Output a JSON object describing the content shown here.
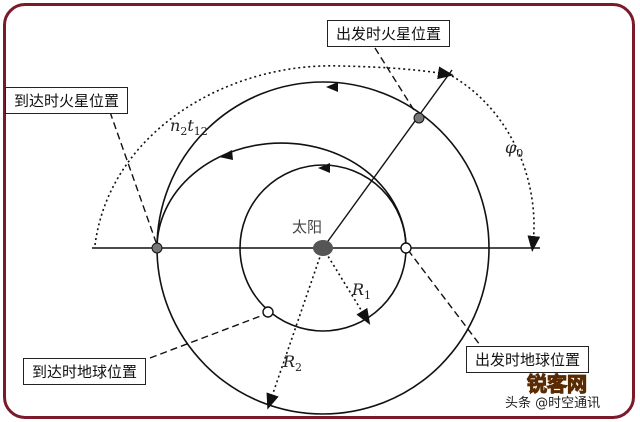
{
  "labels": {
    "mars_departure": "出发时火星位置",
    "mars_arrival": "到达时火星位置",
    "earth_arrival": "到达时地球位置",
    "earth_departure": "出发时地球位置",
    "sun": "太阳"
  },
  "symbols": {
    "n2t12": {
      "base": "n",
      "sub1": "2",
      "mid": "t",
      "sub2": "12"
    },
    "phi0": {
      "base": "φ",
      "sub": "0"
    },
    "R1": {
      "base": "R",
      "sub": "1"
    },
    "R2": {
      "base": "R",
      "sub": "2"
    }
  },
  "watermark": {
    "logo": "锐客网",
    "text": "头条 @时空通讯"
  },
  "colors": {
    "frame": "#7a1a2a",
    "planet": "#666666",
    "watermark": "#e8821a"
  }
}
